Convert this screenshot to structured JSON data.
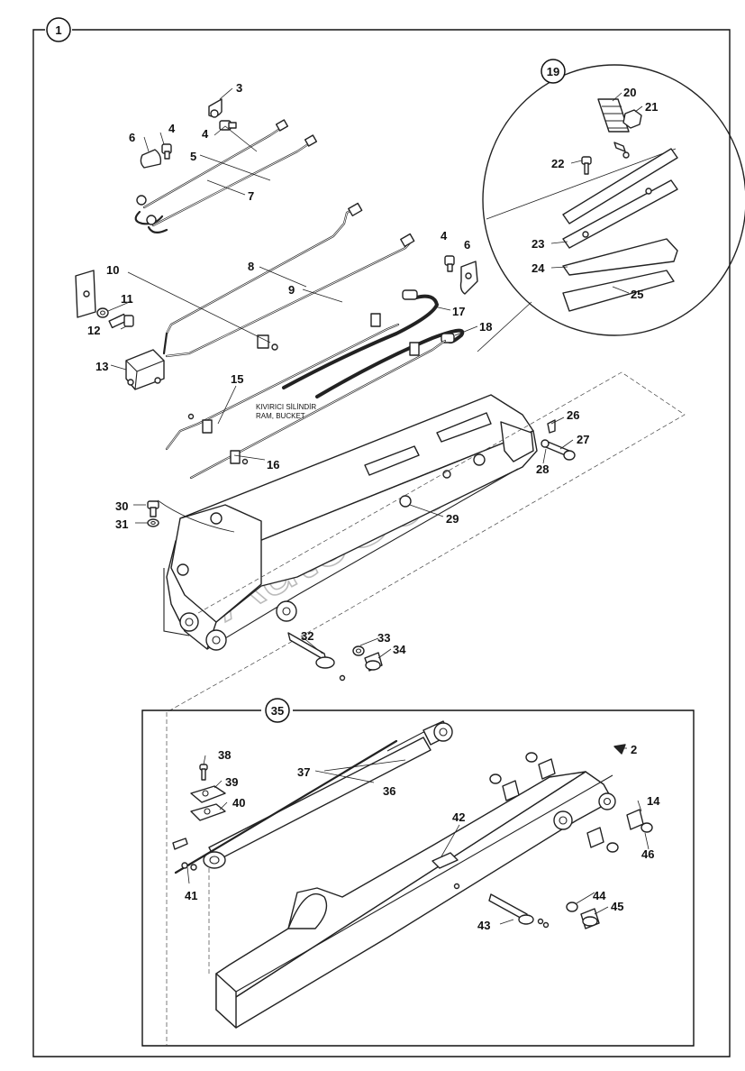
{
  "diagram": {
    "main_badge": "1",
    "detail_badge": "19",
    "cylinder_badge": "35",
    "watermark": "AutoSoft",
    "annotation_line1": "KIVIRICI SİLİNDİR",
    "annotation_line2": "RAM, BUCKET",
    "labels": {
      "p2": "2",
      "p3": "3",
      "p4a": "4",
      "p4b": "4",
      "p5": "5",
      "p6a": "6",
      "p6b": "6",
      "p7": "7",
      "p8": "8",
      "p9": "9",
      "p10": "10",
      "p11": "11",
      "p12": "12",
      "p13": "13",
      "p14": "14",
      "p15": "15",
      "p16": "16",
      "p17": "17",
      "p18": "18",
      "p20": "20",
      "p21": "21",
      "p22": "22",
      "p23": "23",
      "p24": "24",
      "p25": "25",
      "p26": "26",
      "p27": "27",
      "p28": "28",
      "p29": "29",
      "p30": "30",
      "p31": "31",
      "p32": "32",
      "p33": "33",
      "p34": "34",
      "p36": "36",
      "p37": "37",
      "p38": "38",
      "p39": "39",
      "p40": "40",
      "p41": "41",
      "p42": "42",
      "p43": "43",
      "p44": "44",
      "p45": "45",
      "p46": "46"
    }
  }
}
